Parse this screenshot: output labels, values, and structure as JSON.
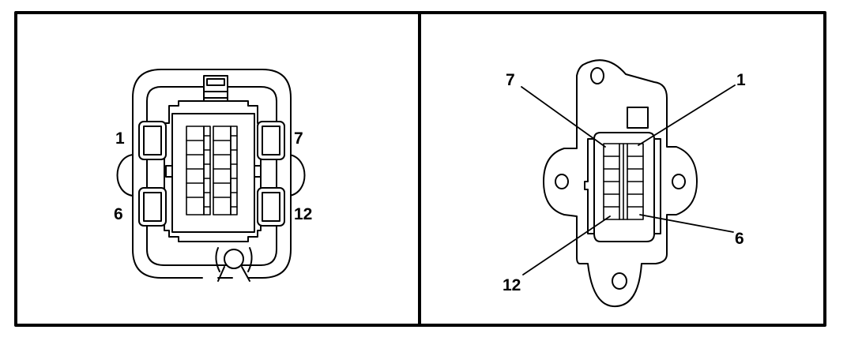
{
  "colors": {
    "ink": "#000000",
    "paper": "#ffffff"
  },
  "left_view": {
    "pin_labels": {
      "top_left": "1",
      "top_right": "7",
      "bottom_left": "6",
      "bottom_right": "12"
    }
  },
  "right_view": {
    "pin_labels": {
      "top_left": "7",
      "top_right": "1",
      "bottom_right": "6",
      "bottom_left": "12"
    }
  }
}
